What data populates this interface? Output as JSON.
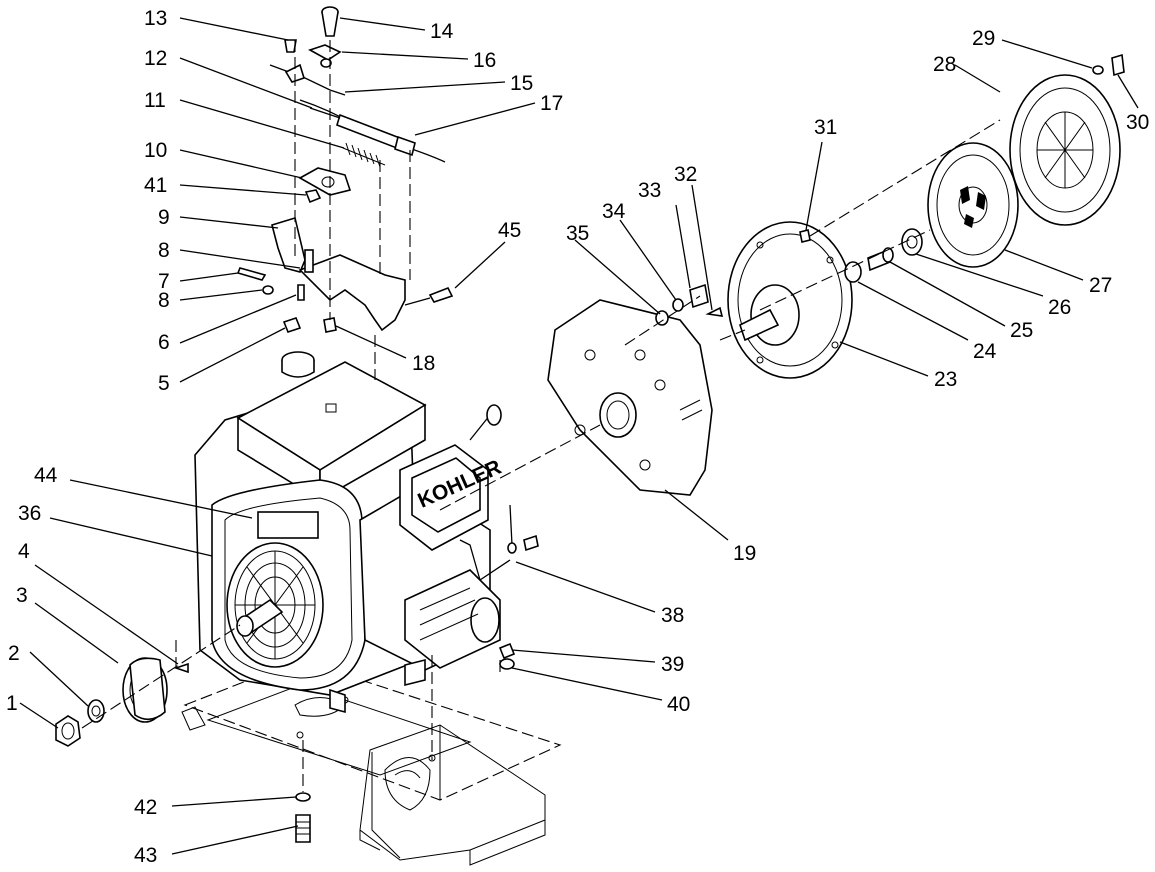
{
  "callouts": [
    {
      "id": "1",
      "text": "1"
    },
    {
      "id": "2",
      "text": "2"
    },
    {
      "id": "3",
      "text": "3"
    },
    {
      "id": "4",
      "text": "4"
    },
    {
      "id": "5",
      "text": "5"
    },
    {
      "id": "6",
      "text": "6"
    },
    {
      "id": "7",
      "text": "7"
    },
    {
      "id": "8a",
      "text": "8"
    },
    {
      "id": "8b",
      "text": "8"
    },
    {
      "id": "9",
      "text": "9"
    },
    {
      "id": "10",
      "text": "10"
    },
    {
      "id": "11",
      "text": "11"
    },
    {
      "id": "12",
      "text": "12"
    },
    {
      "id": "13",
      "text": "13"
    },
    {
      "id": "14",
      "text": "14"
    },
    {
      "id": "15",
      "text": "15"
    },
    {
      "id": "16",
      "text": "16"
    },
    {
      "id": "17",
      "text": "17"
    },
    {
      "id": "18",
      "text": "18"
    },
    {
      "id": "19",
      "text": "19"
    },
    {
      "id": "23",
      "text": "23"
    },
    {
      "id": "24",
      "text": "24"
    },
    {
      "id": "25",
      "text": "25"
    },
    {
      "id": "26",
      "text": "26"
    },
    {
      "id": "27",
      "text": "27"
    },
    {
      "id": "28",
      "text": "28"
    },
    {
      "id": "29",
      "text": "29"
    },
    {
      "id": "30",
      "text": "30"
    },
    {
      "id": "31",
      "text": "31"
    },
    {
      "id": "32",
      "text": "32"
    },
    {
      "id": "33",
      "text": "33"
    },
    {
      "id": "34",
      "text": "34"
    },
    {
      "id": "35",
      "text": "35"
    },
    {
      "id": "36",
      "text": "36"
    },
    {
      "id": "38",
      "text": "38"
    },
    {
      "id": "39",
      "text": "39"
    },
    {
      "id": "40",
      "text": "40"
    },
    {
      "id": "41",
      "text": "41"
    },
    {
      "id": "42",
      "text": "42"
    },
    {
      "id": "43",
      "text": "43"
    },
    {
      "id": "44",
      "text": "44"
    },
    {
      "id": "45",
      "text": "45"
    }
  ],
  "engine_brand": "KOHLER"
}
